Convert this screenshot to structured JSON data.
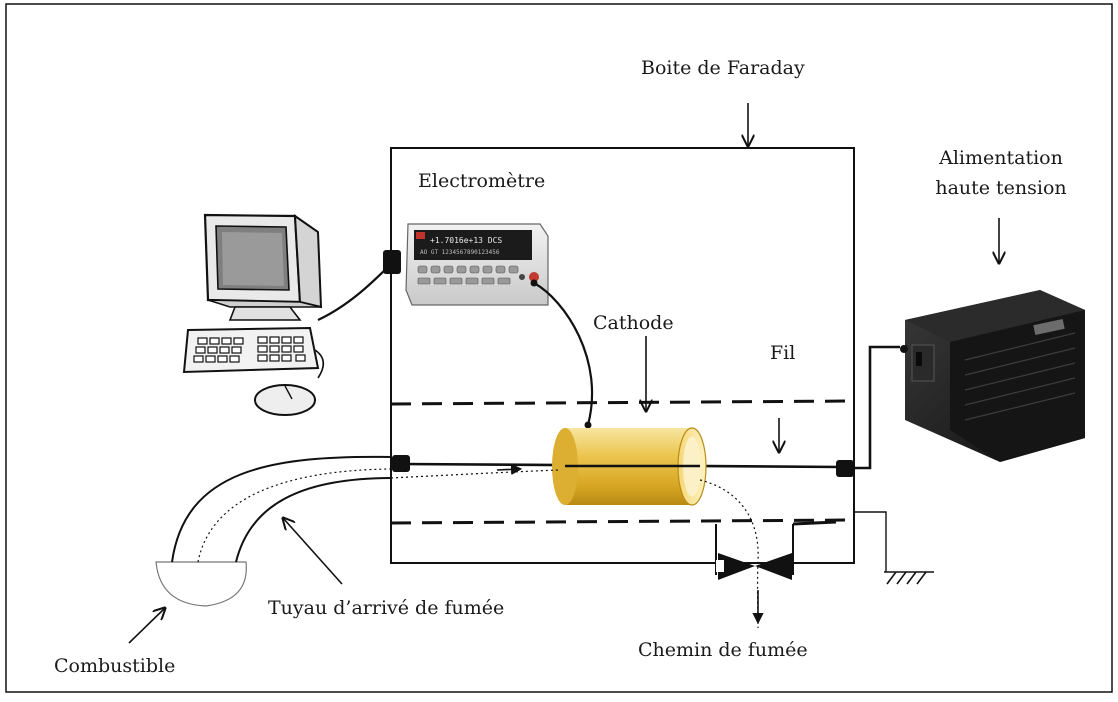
{
  "labels": {
    "faraday": "Boite de Faraday",
    "electrometre": "Electromètre",
    "alimentation_line1": "Alimentation",
    "alimentation_line2": "haute tension",
    "cathode": "Cathode",
    "fil": "Fil",
    "tuyau": "Tuyau d’arrivé de fumée",
    "combustible": "Combustible",
    "chemin": "Chemin de fumée"
  },
  "electrometer_display": {
    "reading": "+1.7016e+13 DCS",
    "subline": "AO GT 1234567890123456"
  },
  "psu_badge": "",
  "colors": {
    "cathode_fill": "#e8c24a",
    "cathode_dark": "#b98a14",
    "cathode_light": "#f7e6a0",
    "line": "#111111",
    "valve": "#111111"
  }
}
